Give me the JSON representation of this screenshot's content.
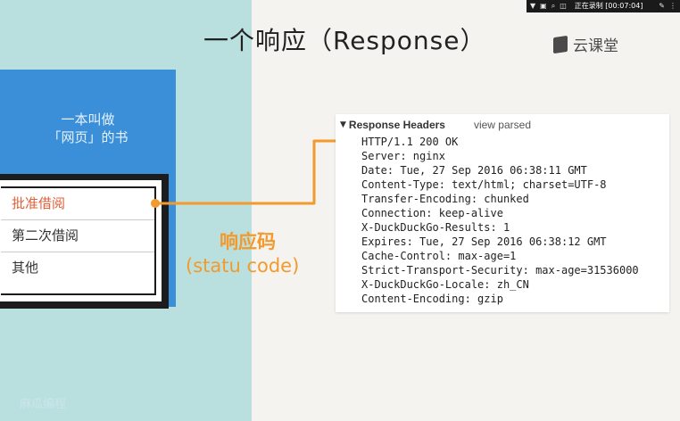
{
  "recorder": {
    "status": "正在录制 [00:07:04]"
  },
  "slide": {
    "title": "一个响应（Response）"
  },
  "brand": {
    "name": "云课堂"
  },
  "book": {
    "subtitle_line1": "一本叫做",
    "subtitle_line2": "「网页」的书",
    "rows": [
      {
        "label": "批准借阅"
      },
      {
        "label": "第二次借阅"
      },
      {
        "label": "其他"
      }
    ]
  },
  "status_code": {
    "title": "响应码",
    "subtitle": "(statu code)"
  },
  "watermark": {
    "text": "麻瓜编程"
  },
  "response_headers": {
    "title": "Response Headers",
    "view_link": "view parsed",
    "lines": [
      "HTTP/1.1 200 OK",
      "Server: nginx",
      "Date: Tue, 27 Sep 2016 06:38:11 GMT",
      "Content-Type: text/html; charset=UTF-8",
      "Transfer-Encoding: chunked",
      "Connection: keep-alive",
      "X-DuckDuckGo-Results: 1",
      "Expires: Tue, 27 Sep 2016 06:38:12 GMT",
      "Cache-Control: max-age=1",
      "Strict-Transport-Security: max-age=31536000",
      "X-DuckDuckGo-Locale: zh_CN",
      "Content-Encoding: gzip"
    ]
  },
  "colors": {
    "accent": "#f29a2e",
    "book_blue": "#3b8fd9",
    "panel_teal": "#b9e0df"
  }
}
